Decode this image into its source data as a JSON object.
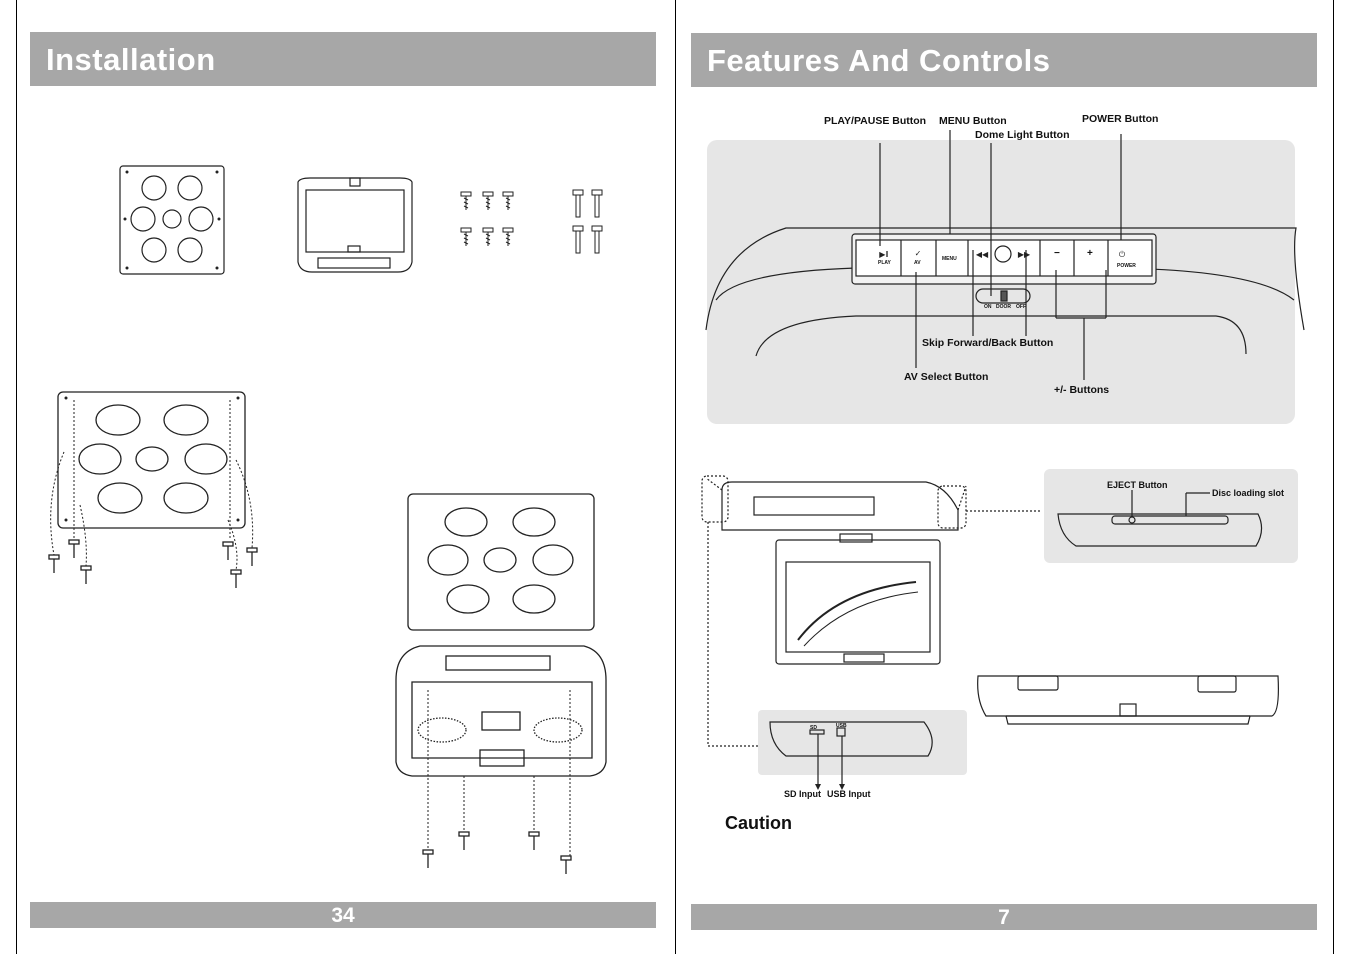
{
  "left_page": {
    "title": "Installation",
    "page_number": "34"
  },
  "right_page": {
    "title": "Features And Controls",
    "page_number": "7",
    "callouts": {
      "play_pause": "PLAY/PAUSE Button",
      "menu": "MENU Button",
      "dome_light": "Dome Light Button",
      "power": "POWER Button",
      "skip": "Skip Forward/Back Button",
      "av_select": "AV Select Button",
      "plus_minus": "+/- Buttons",
      "eject": "EJECT Button",
      "disc_slot": "Disc loading slot",
      "sd_input": "SD Input",
      "usb_input": "USB Input"
    },
    "panel_labels": {
      "play": "PLAY",
      "av": "AV",
      "menu": "MENU",
      "power": "POWER",
      "minus": "−",
      "plus": "+",
      "switch_on": "ON",
      "switch_door": "DOOR",
      "switch_off": "OFF",
      "sd": "SD",
      "usb": "USB"
    },
    "caution": "Caution"
  },
  "colors": {
    "bar_gray": "#a7a7a7",
    "panel_gray": "#e6e6e6"
  }
}
